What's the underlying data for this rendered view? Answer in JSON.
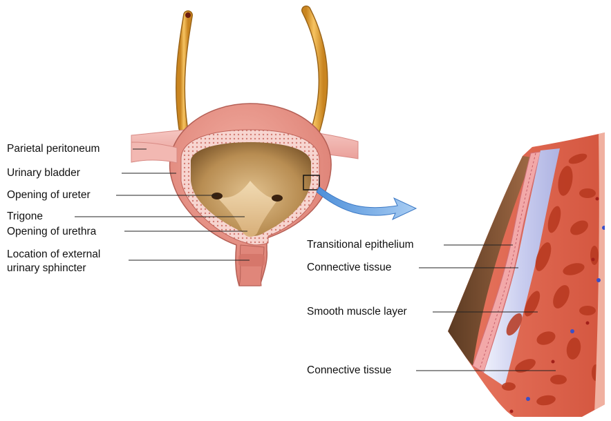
{
  "bladder_labels": [
    {
      "id": "parietal-peritoneum",
      "text": "Parietal peritoneum"
    },
    {
      "id": "urinary-bladder",
      "text": "Urinary bladder"
    },
    {
      "id": "opening-of-ureter",
      "text": "Opening of ureter"
    },
    {
      "id": "trigone",
      "text": "Trigone"
    },
    {
      "id": "opening-of-urethra",
      "text": "Opening of urethra"
    },
    {
      "id": "external-sphincter",
      "text": "Location of external\nurinary sphincter"
    }
  ],
  "wall_labels": [
    {
      "id": "transitional-epithelium",
      "text": "Transitional epithelium"
    },
    {
      "id": "connective-tissue-inner",
      "text": "Connective tissue"
    },
    {
      "id": "smooth-muscle-layer",
      "text": "Smooth muscle layer"
    },
    {
      "id": "connective-tissue-outer",
      "text": "Connective tissue"
    }
  ],
  "colors": {
    "ureter": "#e8a83c",
    "bladder_outer": "#e8958a",
    "bladder_lumen": "#b78a4f",
    "mucosa": "#f3c7c2",
    "muscle": "#c8432e",
    "connective": "#cfd3ee",
    "arrow": "#7fb3ea"
  }
}
